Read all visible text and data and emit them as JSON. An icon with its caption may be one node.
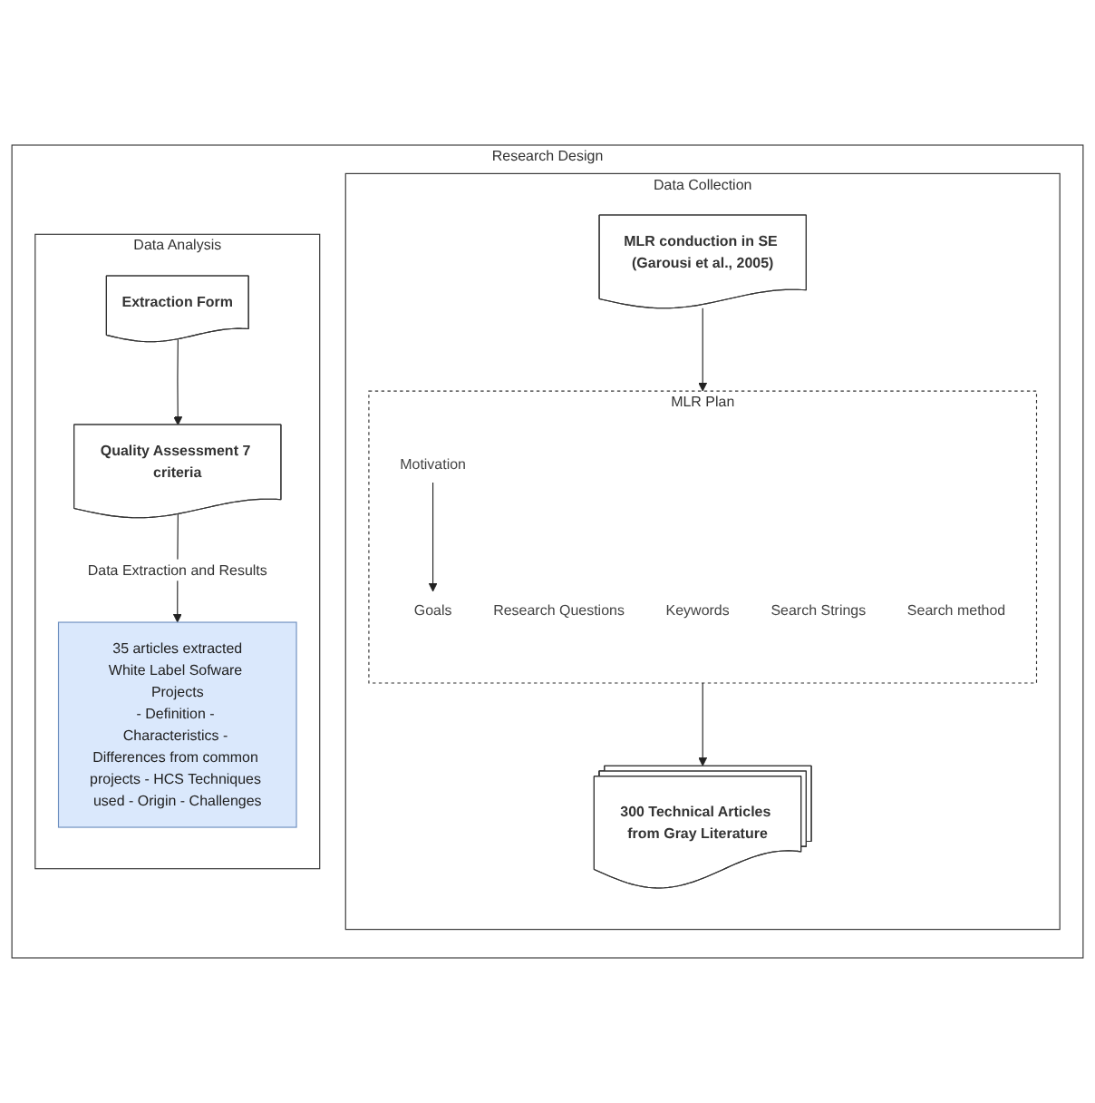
{
  "diagram": {
    "nodes": [
      {
        "text": [
          "Research Design"
        ]
      },
      {
        "text": [
          "Data Collection"
        ],
        "in": 0
      },
      {
        "text": [
          "MLR conduction in SE (Garousi et al., 2005)"
        ],
        "in": 1
      },
      {
        "text": [
          "MLR Plan"
        ],
        "in": 1
      },
      {
        "text": [
          "Motivation"
        ],
        "in": 3
      },
      {
        "text": [
          "Goals"
        ],
        "in": 3
      },
      {
        "text": [
          "Research Questions"
        ],
        "in": 3
      },
      {
        "text": [
          "Keywords"
        ],
        "in": 3
      },
      {
        "text": [
          "Search Strings"
        ],
        "in": 3
      },
      {
        "text": [
          "Search method"
        ],
        "in": 3
      },
      {
        "text": [
          "300 Technical Articles from Gray Literature"
        ],
        "in": 1
      },
      {
        "text": [
          "Data Analysis"
        ],
        "in": 0
      },
      {
        "text": [
          "Extraction Form"
        ],
        "in": 11
      },
      {
        "text": [
          "Quality Assessment 7 criteria"
        ],
        "in": 11
      },
      {
        "text": [
          "35 articles extracted",
          "White Label Sofware Projects",
          "- Definition - Characteristics - Differences from common projects - HCS Techniques used - Origin - Challenges"
        ],
        "in": 11
      }
    ],
    "edges": [
      {
        "from": 2,
        "to": 3,
        "arrow": "to"
      },
      {
        "from": 4,
        "to": 5,
        "arrow": "to"
      },
      {
        "from": 3,
        "to": 10,
        "arrow": "to"
      },
      {
        "from": 12,
        "to": 13,
        "arrow": "to"
      },
      {
        "from": 13,
        "to": 14,
        "arrow": "to",
        "label": "Data Extraction and Results"
      }
    ]
  }
}
